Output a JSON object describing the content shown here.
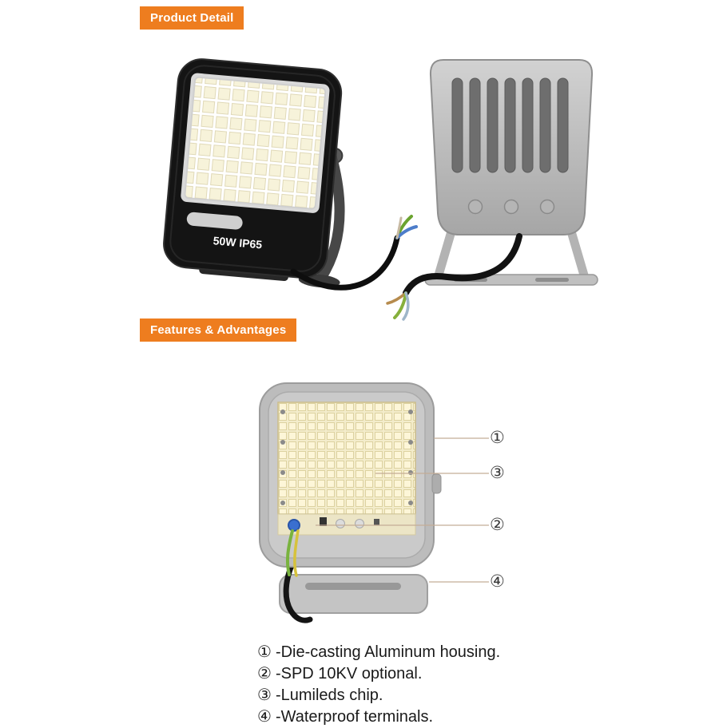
{
  "theme": {
    "accent_orange": "#ee7d1f",
    "background": "#ffffff",
    "callout_line": "#c4ad96"
  },
  "sections": [
    {
      "label": "Product Detail"
    },
    {
      "label": "Features & Advantages"
    }
  ],
  "product": {
    "front_label": "50W IP65"
  },
  "callouts": [
    {
      "num": "①"
    },
    {
      "num": "③"
    },
    {
      "num": "②"
    },
    {
      "num": "④"
    }
  ],
  "legend": [
    {
      "num": "①",
      "text": "-Die-casting Aluminum housing."
    },
    {
      "num": "②",
      "text": "-SPD 10KV optional."
    },
    {
      "num": "③",
      "text": "-Lumileds chip."
    },
    {
      "num": "④",
      "text": "-Waterproof terminals."
    }
  ]
}
